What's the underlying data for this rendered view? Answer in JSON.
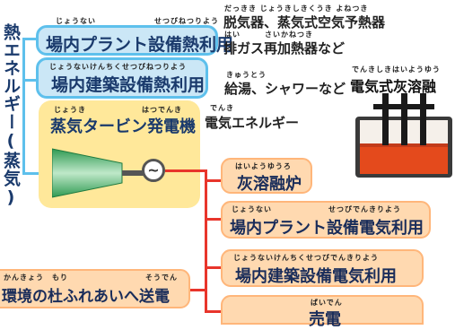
{
  "vertical_title": "熱エネルギー(蒸気)",
  "boxes": {
    "plant_heat": {
      "ruby_left": "じょうない",
      "ruby_right": "せつびねつりよう",
      "label": "場内プラント設備熱利用"
    },
    "building_heat": {
      "ruby": "じょうないけんちくせつびねつりよう",
      "label": "場内建築設備熱利用"
    },
    "turbine": {
      "ruby_left": "じょうき",
      "ruby_right": "はつでんき",
      "label": "蒸気タービン発電機"
    },
    "melting": {
      "ruby": "はいようゆうろ",
      "label": "灰溶融炉"
    },
    "plant_power": {
      "ruby_left": "じょうない",
      "ruby_right": "せつびでんきりよう",
      "label": "場内プラント設備電気利用"
    },
    "building_power": {
      "ruby": "じょうないけんちくせつびでんきりよう",
      "label": "場内建築設備電気利用"
    },
    "sale": {
      "ruby": "ばいでん",
      "label": "売電"
    }
  },
  "notes": {
    "plant_heat_uses": {
      "ruby1": "だっきき じょうきしきくうき よねつき",
      "line1": "脱気器、蒸気式空気予熱器",
      "ruby2": "はい　　　さいかねつき",
      "line2": "排ガス再加熱器など"
    },
    "building_heat_uses": {
      "ruby": "きゅうとう",
      "text": "給湯、シャワーなど"
    },
    "electric_energy": {
      "ruby": "でんき",
      "text": "電気エネルギー"
    },
    "electric_melter": {
      "ruby": "でんきしきはいようゆう",
      "text": "電気式灰溶融"
    },
    "forest_power": {
      "ruby_left": "かんきょう　もり",
      "ruby_right": "そうでん",
      "text": "環境の杜ふれあいへ送電"
    }
  },
  "colors": {
    "blue_line": "#5ec0ec",
    "blue_fill": "#cbe7f6",
    "red_line": "#e8352b",
    "peach_fill": "#ffd9b0",
    "yellow_fill": "#ffe89a",
    "turbine_green": "#2f9a52"
  },
  "icons": {
    "generator": "tilde-generator-icon",
    "furnace": "electric-furnace-icon"
  }
}
